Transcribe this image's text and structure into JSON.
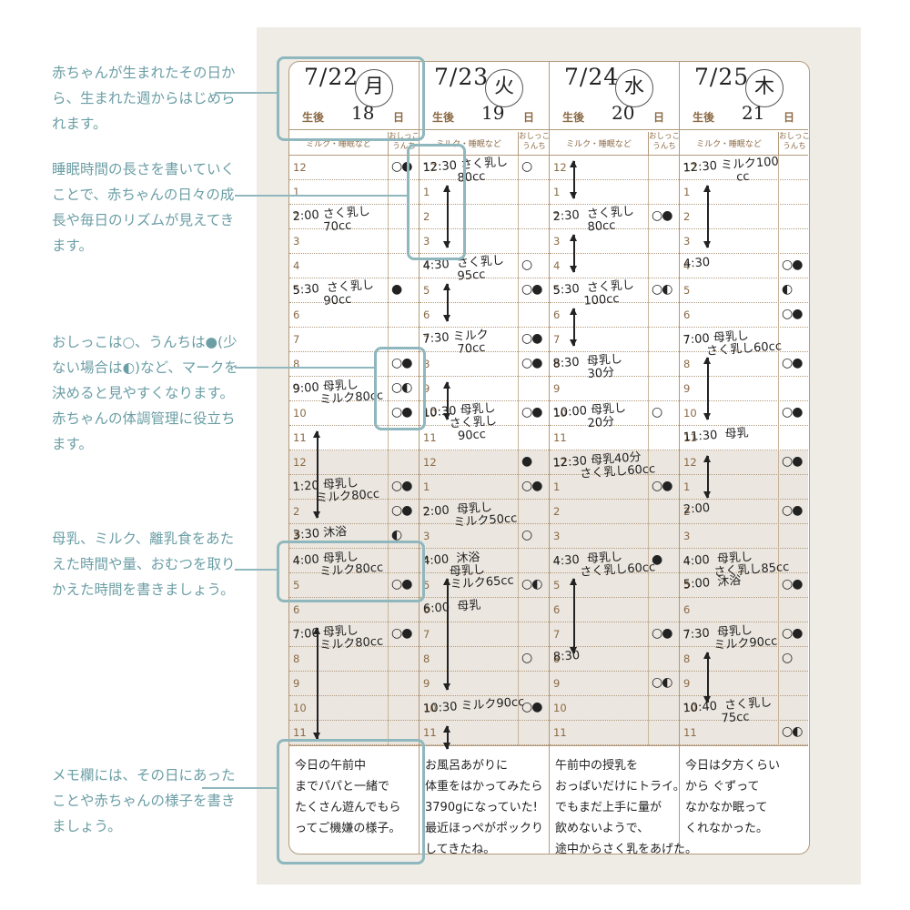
{
  "annotations": [
    {
      "text": "赤ちゃんが生まれたその日から、生まれた週からはじめられます。"
    },
    {
      "text": "睡眠時間の長さを書いていくことで、赤ちゃんの日々の成長や毎日のリズムが見えてきます。"
    },
    {
      "text": "おしっこは○、うんちは●(少ない場合は◐)など、マークを決めると見やすくなります。赤ちゃんの体調管理に役立ちます。"
    },
    {
      "text": "母乳、ミルク、離乳食をあたえた時間や量、おむつを取りかえた時間を書きましょう。"
    },
    {
      "text": "メモ欄には、その日にあったことや赤ちゃんの様子を書きましょう。"
    }
  ],
  "header_labels": {
    "age_prefix": "生後",
    "age_suffix": "日",
    "col_main": "ミルク・睡眠など",
    "col_marks": "おしっこ\nうんち"
  },
  "hour_labels": [
    "12",
    "1",
    "2",
    "3",
    "4",
    "5",
    "6",
    "7",
    "8",
    "9",
    "10",
    "11",
    "12",
    "1",
    "2",
    "3",
    "4",
    "5",
    "6",
    "7",
    "8",
    "9",
    "10",
    "11"
  ],
  "days": [
    {
      "date": "7/22",
      "weekday": "月",
      "age_days": "18",
      "entries": [
        {
          "hour": 2,
          "text": "2:00 さく乳し\n        70cc"
        },
        {
          "hour": 5,
          "text": "5:30  さく乳し\n        90cc"
        },
        {
          "hour": 9,
          "text": "9:00 母乳し\n       ミルク80cc"
        },
        {
          "hour": 13,
          "text": "1:20 母乳し\n      ミルク80cc"
        },
        {
          "hour": 15,
          "text": "3:30 沐浴"
        },
        {
          "hour": 16,
          "text": "4:00 母乳し\n       ミルク80cc"
        },
        {
          "hour": 19,
          "text": "7:00 母乳し\n       ミルク80cc"
        }
      ],
      "marks": [
        {
          "hour": 0,
          "text": "○●"
        },
        {
          "hour": 5,
          "text": "●"
        },
        {
          "hour": 8,
          "text": "○●"
        },
        {
          "hour": 9,
          "text": "○◐"
        },
        {
          "hour": 10,
          "text": "○●"
        },
        {
          "hour": 13,
          "text": "○●"
        },
        {
          "hour": 14,
          "text": "○●"
        },
        {
          "hour": 15,
          "text": "◐"
        },
        {
          "hour": 17,
          "text": "○●"
        },
        {
          "hour": 19,
          "text": "○●"
        }
      ],
      "memo": "今日の午前中\nまでパパと一緒で\nたくさん遊んでもら\nってご機嫌の様子。"
    },
    {
      "date": "7/23",
      "weekday": "火",
      "age_days": "19",
      "entries": [
        {
          "hour": 0,
          "text": "12:30 さく乳し\n         80cc"
        },
        {
          "hour": 4,
          "text": "4:30  さく乳し\n         95cc"
        },
        {
          "hour": 7,
          "text": "7:30 ミルク\n         70cc"
        },
        {
          "hour": 10,
          "text": "10:30 母乳し\n       さく乳し\n         90cc"
        },
        {
          "hour": 14,
          "text": "2:00  母乳し\n        ミルク50cc"
        },
        {
          "hour": 16,
          "text": "4:00  沐浴\n       母乳し\n       ミルク65cc"
        },
        {
          "hour": 18,
          "text": "6:00  母乳"
        },
        {
          "hour": 22,
          "text": "10:30 ミルク90cc"
        }
      ],
      "marks": [
        {
          "hour": 0,
          "text": "○"
        },
        {
          "hour": 4,
          "text": "○"
        },
        {
          "hour": 5,
          "text": "○●"
        },
        {
          "hour": 7,
          "text": "○●"
        },
        {
          "hour": 8,
          "text": "○●"
        },
        {
          "hour": 10,
          "text": "○●"
        },
        {
          "hour": 12,
          "text": "●"
        },
        {
          "hour": 13,
          "text": "○●"
        },
        {
          "hour": 15,
          "text": "○"
        },
        {
          "hour": 17,
          "text": "○◐"
        },
        {
          "hour": 20,
          "text": "○"
        },
        {
          "hour": 22,
          "text": "○●"
        }
      ],
      "memo": "お風呂あがりに\n体重をはかってみたら\n3790gになっていた!\n最近ほっぺがポックり\nしてきたね。"
    },
    {
      "date": "7/24",
      "weekday": "水",
      "age_days": "20",
      "entries": [
        {
          "hour": 2,
          "text": "2:30  さく乳し\n         80cc"
        },
        {
          "hour": 5,
          "text": "5:30  さく乳し\n        100cc"
        },
        {
          "hour": 8,
          "text": "8:30  母乳し\n         30分"
        },
        {
          "hour": 10,
          "text": "10:00 母乳し\n         20分"
        },
        {
          "hour": 12,
          "text": "12:30 母乳40分\n       さく乳し60cc"
        },
        {
          "hour": 16,
          "text": "4:30  母乳し\n       さく乳し60cc"
        },
        {
          "hour": 20,
          "text": "8:30"
        }
      ],
      "marks": [
        {
          "hour": 2,
          "text": "○●"
        },
        {
          "hour": 5,
          "text": "○◐"
        },
        {
          "hour": 10,
          "text": "○"
        },
        {
          "hour": 13,
          "text": "○●"
        },
        {
          "hour": 16,
          "text": "●"
        },
        {
          "hour": 19,
          "text": "○●"
        },
        {
          "hour": 21,
          "text": "○◐"
        }
      ],
      "memo": "午前中の授乳を\nおっぱいだけにトライ。\nでもまだ上手に量が\n飲めないようで、\n途中からさく乳をあげた。"
    },
    {
      "date": "7/25",
      "weekday": "木",
      "age_days": "21",
      "entries": [
        {
          "hour": 0,
          "text": "12:30 ミルク100\n              cc"
        },
        {
          "hour": 4,
          "text": "4:30"
        },
        {
          "hour": 7,
          "text": "7:00 母乳し\n      さく乳し60cc"
        },
        {
          "hour": 11,
          "text": "11:30  母乳"
        },
        {
          "hour": 14,
          "text": "2:00"
        },
        {
          "hour": 16,
          "text": "4:00  母乳し\n        さく乳し85cc"
        },
        {
          "hour": 17,
          "text": "5:00  沐浴"
        },
        {
          "hour": 19,
          "text": "7:30  母乳し\n        ミルク90cc"
        },
        {
          "hour": 22,
          "text": "10:40  さく乳し\n          75cc"
        }
      ],
      "marks": [
        {
          "hour": 4,
          "text": "○●"
        },
        {
          "hour": 5,
          "text": "◐"
        },
        {
          "hour": 6,
          "text": "○●"
        },
        {
          "hour": 8,
          "text": "○●"
        },
        {
          "hour": 10,
          "text": "○●"
        },
        {
          "hour": 12,
          "text": "○●"
        },
        {
          "hour": 14,
          "text": "○●"
        },
        {
          "hour": 17,
          "text": "○●"
        },
        {
          "hour": 19,
          "text": "○●"
        },
        {
          "hour": 20,
          "text": "○"
        },
        {
          "hour": 23,
          "text": "○◐"
        }
      ],
      "memo": "今日は夕方くらい\nから ぐずって\nなかなか眠って\nくれなかった。"
    }
  ]
}
